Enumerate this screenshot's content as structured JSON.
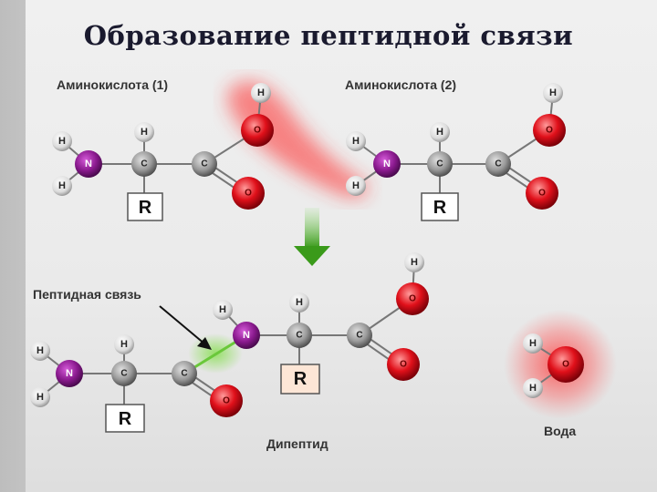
{
  "title": "Образование пептидной связи",
  "labels": {
    "amino1": "Аминокислота (1)",
    "amino2": "Аминокислота (2)",
    "peptide_bond": "Пептидная связь",
    "dipeptide": "Дипептид",
    "water": "Вода"
  },
  "atoms": {
    "H": "H",
    "N": "N",
    "C": "C",
    "O": "O",
    "R": "R"
  },
  "colors": {
    "hydrogen": "#e8e8e8",
    "nitrogen": "#8a1a8e",
    "carbon": "#9a9a9a",
    "oxygen": "#e0101a",
    "highlight_red": "#ff4a4a",
    "highlight_green": "#8ddf5a",
    "arrow_green": "#4aaa2a"
  }
}
